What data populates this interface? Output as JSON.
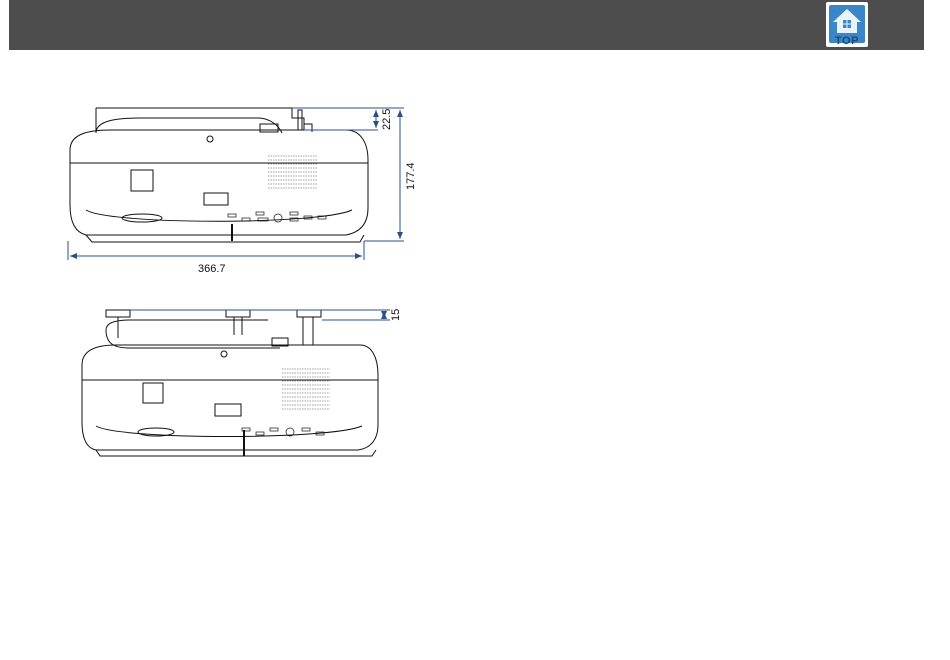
{
  "header": {
    "top_button_label": "TOP",
    "top_button_icon": "home-icon",
    "bar_color": "#4d4d4d"
  },
  "figures": {
    "upper": {
      "top_offset_dimension": "22.5",
      "height_dimension": "177.4",
      "width_dimension": "366.7"
    },
    "lower": {
      "mount_offset_dimension": "15"
    }
  },
  "colors": {
    "dimension_line": "#2b4f8a"
  }
}
